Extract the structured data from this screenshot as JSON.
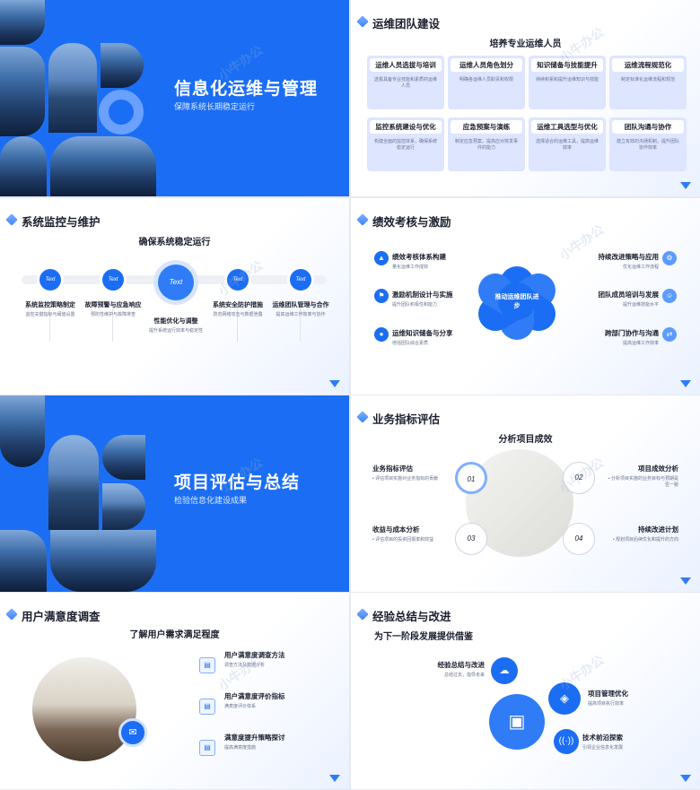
{
  "slide1": {
    "title": "信息化运维与管理",
    "subtitle": "保障系统长期稳定运行"
  },
  "slide2": {
    "title": "运维团队建设",
    "heading": "培养专业运维人员",
    "cards": [
      {
        "title": "运维人员选拔与培训",
        "desc": "选拔具备专业技能和素质的运维人员"
      },
      {
        "title": "运维人员角色划分",
        "desc": "明确各运维人员职责和权限"
      },
      {
        "title": "知识储备与技能提升",
        "desc": "持续积累和提升运维知识与技能"
      },
      {
        "title": "运维流程规范化",
        "desc": "制定标准化运维流程和规范"
      },
      {
        "title": "监控系统建设与优化",
        "desc": "构建全面的监控体系，确保系统稳定运行"
      },
      {
        "title": "应急预案与演练",
        "desc": "制定应急预案，提高应对突发事件的能力"
      },
      {
        "title": "运维工具选型与优化",
        "desc": "选择适合的运维工具，提高运维效率"
      },
      {
        "title": "团队沟通与协作",
        "desc": "建立有效的沟通机制，提升团队协作效率"
      }
    ]
  },
  "slide3": {
    "title": "系统监控与维护",
    "heading": "确保系统稳定运行",
    "node_text": "Text",
    "items": [
      {
        "label": "系统监控策略制定",
        "desc": "监控关键指标与阈值设置"
      },
      {
        "label": "故障预警与应急响应",
        "desc": "预防性维护与故障排查"
      },
      {
        "label": "性能优化与调整",
        "desc": "提升系统运行效率与稳定性"
      },
      {
        "label": "系统安全防护措施",
        "desc": "防范网络攻击与数据泄露"
      },
      {
        "label": "运维团队管理与合作",
        "desc": "提高运维工作效率与协作"
      }
    ]
  },
  "slide4": {
    "title": "绩效考核与激励",
    "center": "推动运维团队进步",
    "left": [
      {
        "label": "绩效考核体系构建",
        "desc": "量化运维工作成效"
      },
      {
        "label": "激励机制设计与实施",
        "desc": "提升团队积极性和能力"
      },
      {
        "label": "运维知识储备与分享",
        "desc": "增强团队综合素质"
      }
    ],
    "right": [
      {
        "label": "持续改进策略与应用",
        "desc": "优化运维工作流程"
      },
      {
        "label": "团队成员培训与发展",
        "desc": "提升运维技能水平"
      },
      {
        "label": "跨部门协作与沟通",
        "desc": "提高运维工作效率"
      }
    ]
  },
  "slide5": {
    "title": "项目评估与总结",
    "subtitle": "检验信息化建设成果"
  },
  "slide6": {
    "title": "业务指标评估",
    "heading": "分析项目成效",
    "items": [
      {
        "num": "01",
        "label": "业务指标评估",
        "desc": "评估项目实施对业务指标的贡献"
      },
      {
        "num": "02",
        "label": "项目成效分析",
        "desc": "分析项目实施的业务目标与预期是否一致"
      },
      {
        "num": "03",
        "label": "收益与成本分析",
        "desc": "评估项目的投资回报率和效益"
      },
      {
        "num": "04",
        "label": "持续改进计划",
        "desc": "规划项目后续优化和提升的方向"
      }
    ]
  },
  "slide7": {
    "title": "用户满意度调查",
    "heading": "了解用户需求满足程度",
    "items": [
      {
        "label": "用户满意度调查方法",
        "desc": "调查方法及数据分析"
      },
      {
        "label": "用户满意度评价指标",
        "desc": "满意度评价体系"
      },
      {
        "label": "满意度提升策略探讨",
        "desc": "提高满意度措施"
      }
    ]
  },
  "slide8": {
    "title": "经验总结与改进",
    "heading": "为下一阶段发展提供借鉴",
    "items": [
      {
        "label": "经验总结与改进",
        "desc": "总结过去，指导未来"
      },
      {
        "label": "项目管理优化",
        "desc": "提高项目执行效率"
      },
      {
        "label": "技术前沿探索",
        "desc": "引领企业信息化发展"
      }
    ]
  },
  "watermark": "小牛办公",
  "colors": {
    "accent": "#1b6ef3",
    "card": "#dde5ff"
  }
}
